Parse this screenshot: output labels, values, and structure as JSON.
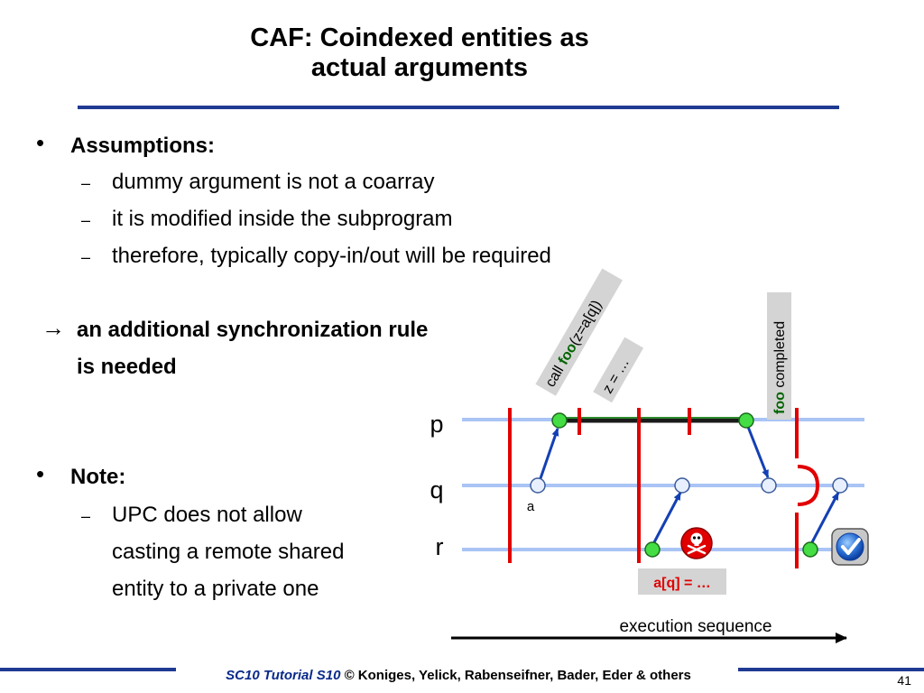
{
  "title": {
    "line1": "CAF: Coindexed entities as",
    "line2": "actual arguments"
  },
  "assumptions": {
    "heading": "Assumptions:",
    "items": [
      "dummy argument is not a coarray",
      "it is modified inside the subprogram",
      "therefore, typically copy-in/out will be required"
    ]
  },
  "conclusion": {
    "arrow": "→",
    "line1": "an additional synchronization rule",
    "line2": "is needed"
  },
  "note": {
    "heading": "Note:",
    "lines": [
      "UPC does not allow",
      "casting a remote shared",
      "entity to a private one"
    ]
  },
  "diagram": {
    "process_labels": [
      "p",
      "q",
      "r"
    ],
    "local_label": "a",
    "call_label": {
      "prefix": "call ",
      "func": "foo",
      "suffix": "(z=a[q])"
    },
    "z_label": "z = …",
    "completed_label": {
      "func": "foo",
      "suffix": " completed"
    },
    "assign_label": "a[q] = …",
    "execution_label": "execution sequence",
    "colors": {
      "process_line": "#a9c4f5",
      "barrier": "#e00000",
      "arrow": "#1440b4",
      "active_node": "#44dd44",
      "passive_node": "#e8f0ff",
      "call_span": "#000000",
      "func_name": "#006400",
      "tag_fill": "#d4d4d4",
      "error_fill": "#e00000",
      "ok_fill": "#2a6fd6"
    },
    "icons": [
      "skull-crossbones-icon",
      "checkmark-icon"
    ]
  },
  "footer": {
    "course": "SC10 Tutorial S10",
    "authors": " © Koniges, Yelick, Rabenseifner, Bader, Eder & others",
    "page": "41"
  }
}
